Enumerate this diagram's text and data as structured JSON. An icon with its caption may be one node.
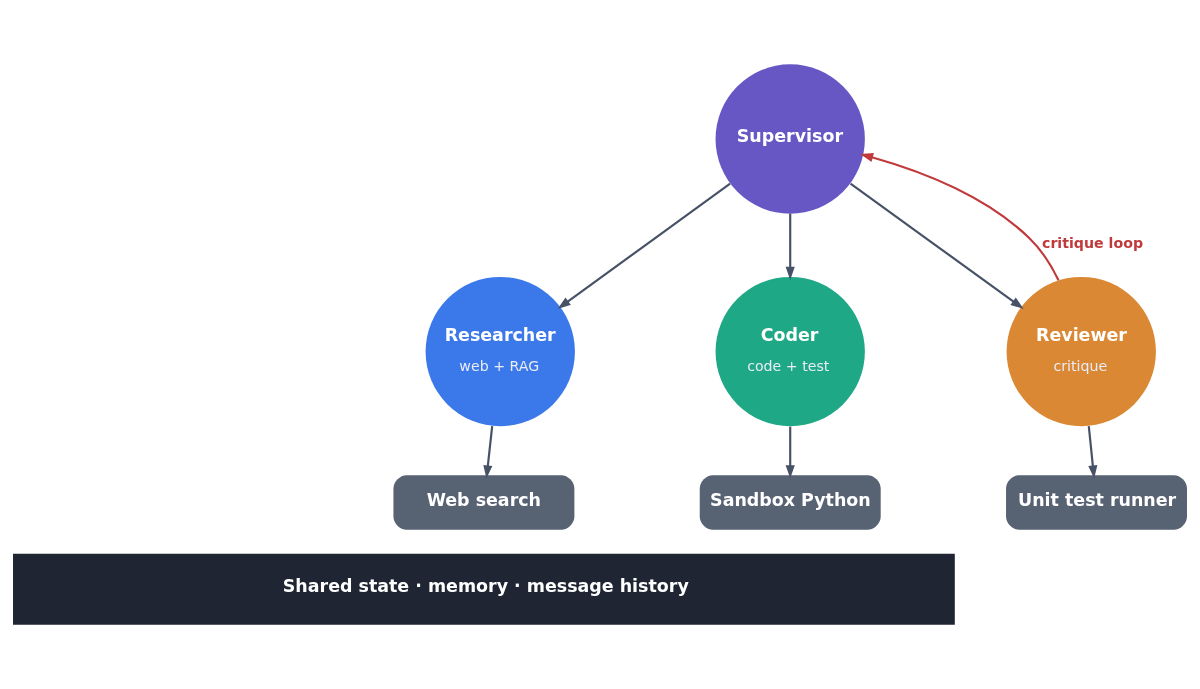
{
  "diagram": {
    "nodes": [
      {
        "text": [
          "Supervisor"
        ]
      },
      {
        "text": [
          "Researcher",
          "web + RAG"
        ]
      },
      {
        "text": [
          "Coder",
          "code + test"
        ]
      },
      {
        "text": [
          "Reviewer",
          "critique"
        ]
      },
      {
        "text": [
          "Web search"
        ]
      },
      {
        "text": [
          "Sandbox Python"
        ]
      },
      {
        "text": [
          "Unit test runner"
        ]
      },
      {
        "text": [
          "Shared state · memory · message history"
        ]
      }
    ],
    "edges": [
      {
        "from": 0,
        "to": 1,
        "arrow": "to"
      },
      {
        "from": 0,
        "to": 2,
        "arrow": "to"
      },
      {
        "from": 0,
        "to": 3,
        "arrow": "to"
      },
      {
        "from": 3,
        "to": 0,
        "arrow": "to",
        "label": "critique loop",
        "color": "#c0393b"
      },
      {
        "from": 1,
        "to": 4,
        "arrow": "to"
      },
      {
        "from": 2,
        "to": 5,
        "arrow": "to"
      },
      {
        "from": 3,
        "to": 6,
        "arrow": "to"
      }
    ]
  }
}
